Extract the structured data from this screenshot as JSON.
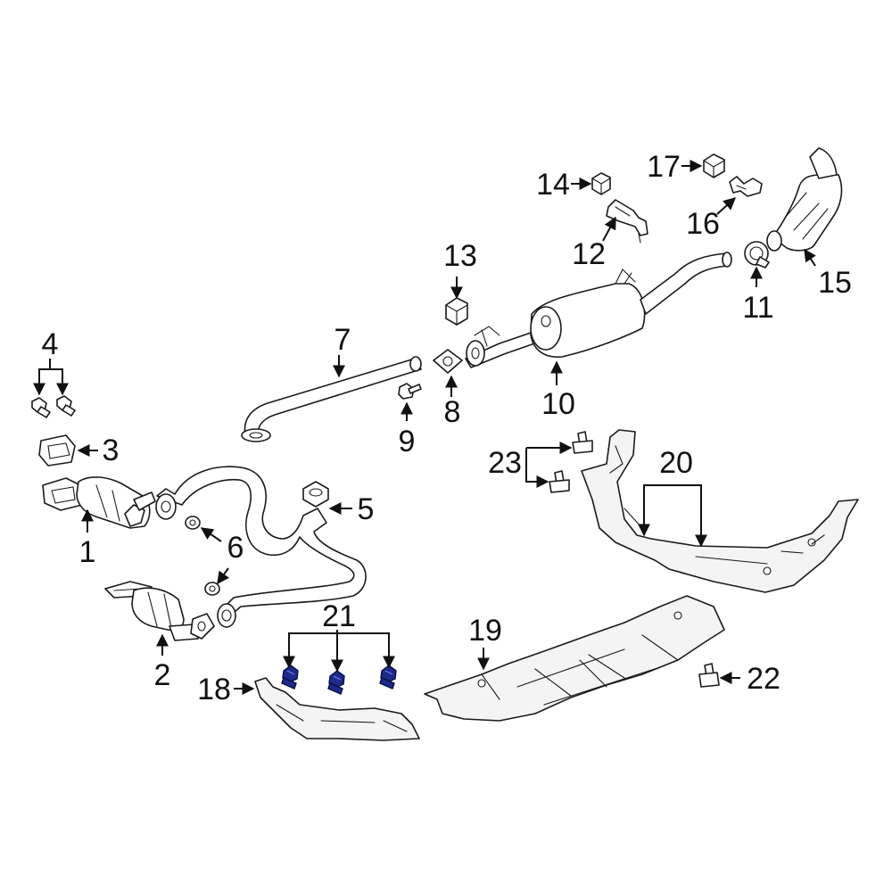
{
  "diagram": {
    "accent_color": "#1d2a8c",
    "callouts": [
      {
        "id": "1",
        "label": "1"
      },
      {
        "id": "2",
        "label": "2"
      },
      {
        "id": "3",
        "label": "3"
      },
      {
        "id": "4",
        "label": "4"
      },
      {
        "id": "5",
        "label": "5"
      },
      {
        "id": "6",
        "label": "6"
      },
      {
        "id": "7",
        "label": "7"
      },
      {
        "id": "8",
        "label": "8"
      },
      {
        "id": "9",
        "label": "9"
      },
      {
        "id": "10",
        "label": "10"
      },
      {
        "id": "11",
        "label": "11"
      },
      {
        "id": "12",
        "label": "12"
      },
      {
        "id": "13",
        "label": "13"
      },
      {
        "id": "14",
        "label": "14"
      },
      {
        "id": "15",
        "label": "15"
      },
      {
        "id": "16",
        "label": "16"
      },
      {
        "id": "17",
        "label": "17"
      },
      {
        "id": "18",
        "label": "18"
      },
      {
        "id": "19",
        "label": "19"
      },
      {
        "id": "20",
        "label": "20"
      },
      {
        "id": "21",
        "label": "21"
      },
      {
        "id": "22",
        "label": "22"
      },
      {
        "id": "23",
        "label": "23"
      }
    ]
  }
}
